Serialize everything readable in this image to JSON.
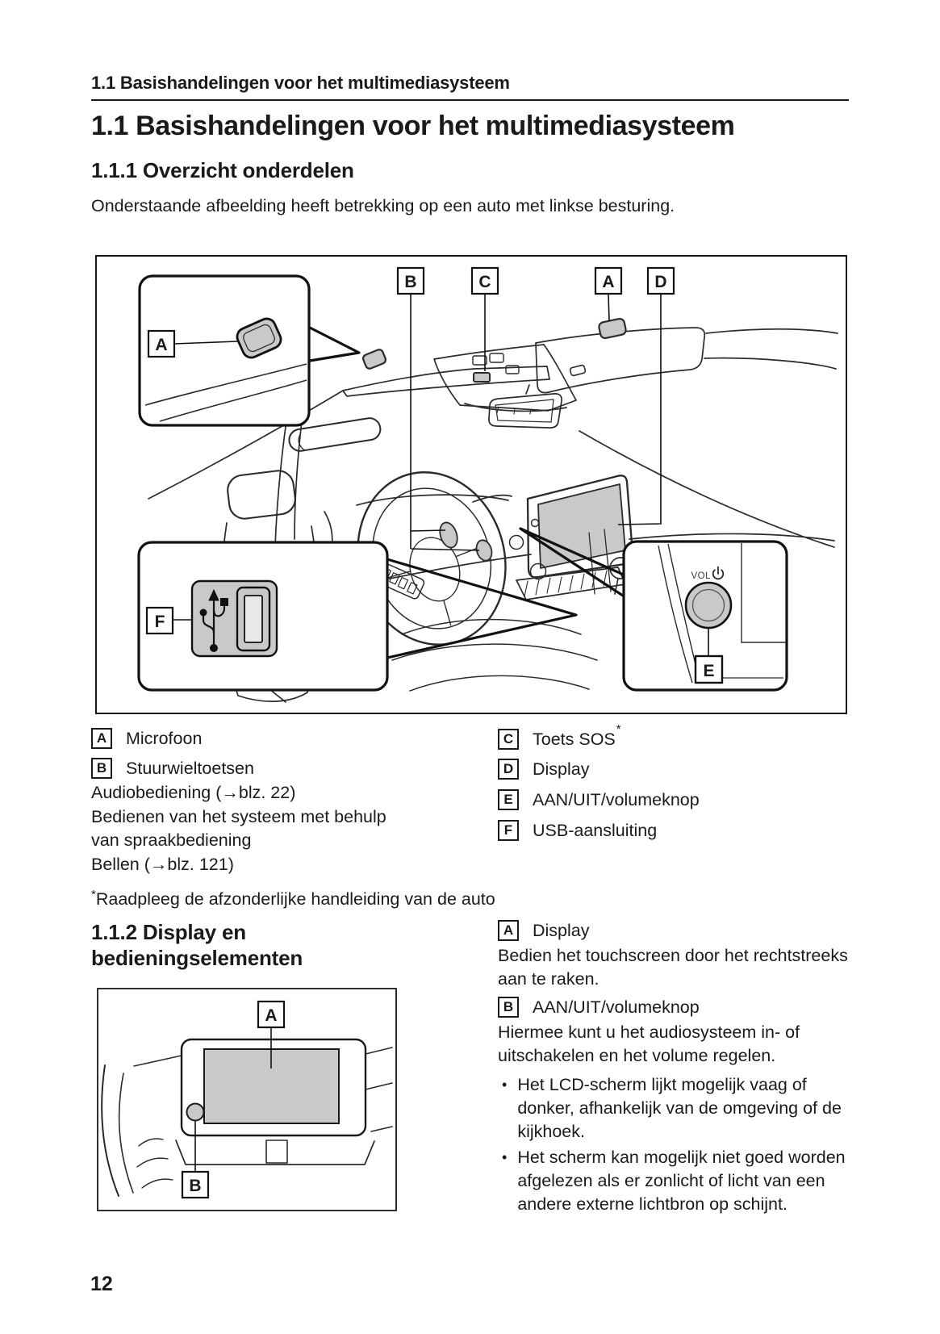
{
  "page": {
    "running_header": "1.1  Basishandelingen voor het multimediasysteem",
    "page_number": "12"
  },
  "section": {
    "title": "1.1  Basishandelingen voor het multimediasysteem",
    "sub1_heading": "1.1.1  Overzicht onderdelen",
    "sub1_intro": "Onderstaande afbeelding heeft betrekking op een auto met linkse besturing.",
    "sub2_heading": "1.1.2  Display en bedieningselementen"
  },
  "figure1": {
    "labels": {
      "a": "A",
      "b": "B",
      "c": "C",
      "d": "D",
      "e": "E",
      "f": "F",
      "inset_a": "A"
    },
    "vol": "VOL"
  },
  "figure2": {
    "labels": {
      "a": "A",
      "b": "B"
    }
  },
  "legend_left": [
    {
      "key": "A",
      "label": "Microfoon"
    },
    {
      "key": "B",
      "label": "Stuurwieltoetsen",
      "lines": [
        "Audiobediening (→blz. 22)",
        "Bedienen van het systeem met behulp",
        "van spraakbediening",
        "Bellen (→blz. 121)"
      ]
    }
  ],
  "legend_right": [
    {
      "key": "C",
      "label": "Toets SOS",
      "sup": "*"
    },
    {
      "key": "D",
      "label": "Display"
    },
    {
      "key": "E",
      "label": "AAN/UIT/volumeknop"
    },
    {
      "key": "F",
      "label": "USB-aansluiting"
    }
  ],
  "footnote": {
    "marker": "*",
    "text": "Raadpleeg de afzonderlijke handleiding van de auto"
  },
  "display_section": {
    "items": [
      {
        "key": "A",
        "title": "Display",
        "body": "Bedien het touchscreen door het rechtstreeks aan te raken."
      },
      {
        "key": "B",
        "title": "AAN/UIT/volumeknop",
        "body": "Hiermee kunt u het audiosysteem in- of uitschakelen en het volume regelen."
      }
    ],
    "bullet_char": "•",
    "notes": [
      "Het LCD-scherm lijkt mogelijk vaag of donker, afhankelijk van de omgeving of de kijkhoek.",
      "Het scherm kan mogelijk niet goed worden afgelezen als er zonlicht of licht van een andere externe lichtbron op schijnt."
    ]
  },
  "colors": {
    "ink": "#1a1a1a",
    "part_fill": "#c9c9c9"
  }
}
